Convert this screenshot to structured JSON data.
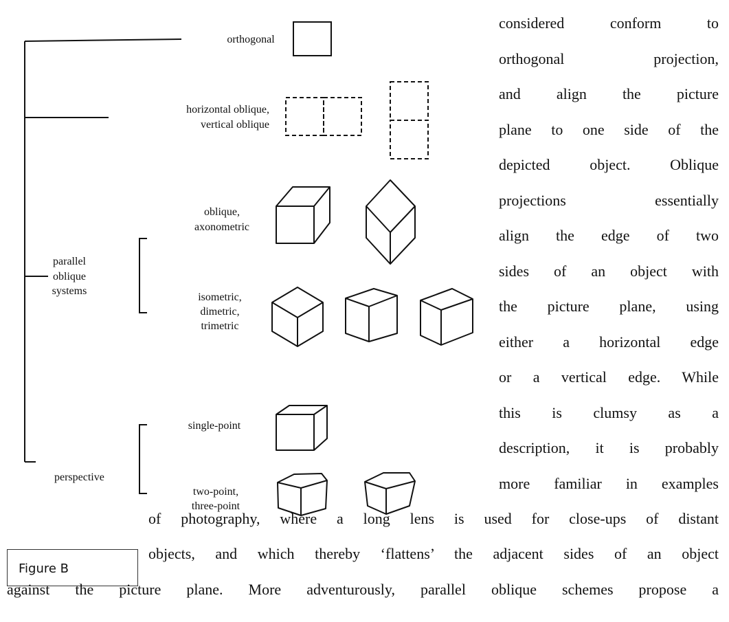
{
  "figure": {
    "caption": "Figure B",
    "labels": {
      "orthogonal": "orthogonal",
      "horizontal_oblique_1": "horizontal oblique,",
      "horizontal_oblique_2": "vertical oblique",
      "oblique_1": "oblique,",
      "oblique_2": "axonometric",
      "parallel_1": "parallel",
      "parallel_2": "oblique",
      "parallel_3": "systems",
      "isometric_1": "isometric,",
      "isometric_2": "dimetric,",
      "isometric_3": "trimetric",
      "single_point": "single-point",
      "perspective": "perspective",
      "two_point_1": "two-point,",
      "two_point_2": "three-point"
    }
  },
  "text": {
    "right_column": [
      "considered conform to",
      "orthogonal projection,",
      "and align the picture",
      "plane to one side of the",
      "depicted object. Oblique",
      "projections essentially",
      "align the edge of two",
      "sides of an object with",
      "the picture plane, using",
      "either a horizontal edge",
      "or a vertical edge. While",
      "this is clumsy as a",
      "description, it is probably",
      "more familiar in examples"
    ],
    "bottom_lines": [
      "of photography, where a long lens is used for close-ups of distant",
      "objects, and which thereby ‘flattens’ the adjacent sides of an object",
      "against the picture plane. More adventurously, parallel oblique schemes propose a"
    ]
  }
}
